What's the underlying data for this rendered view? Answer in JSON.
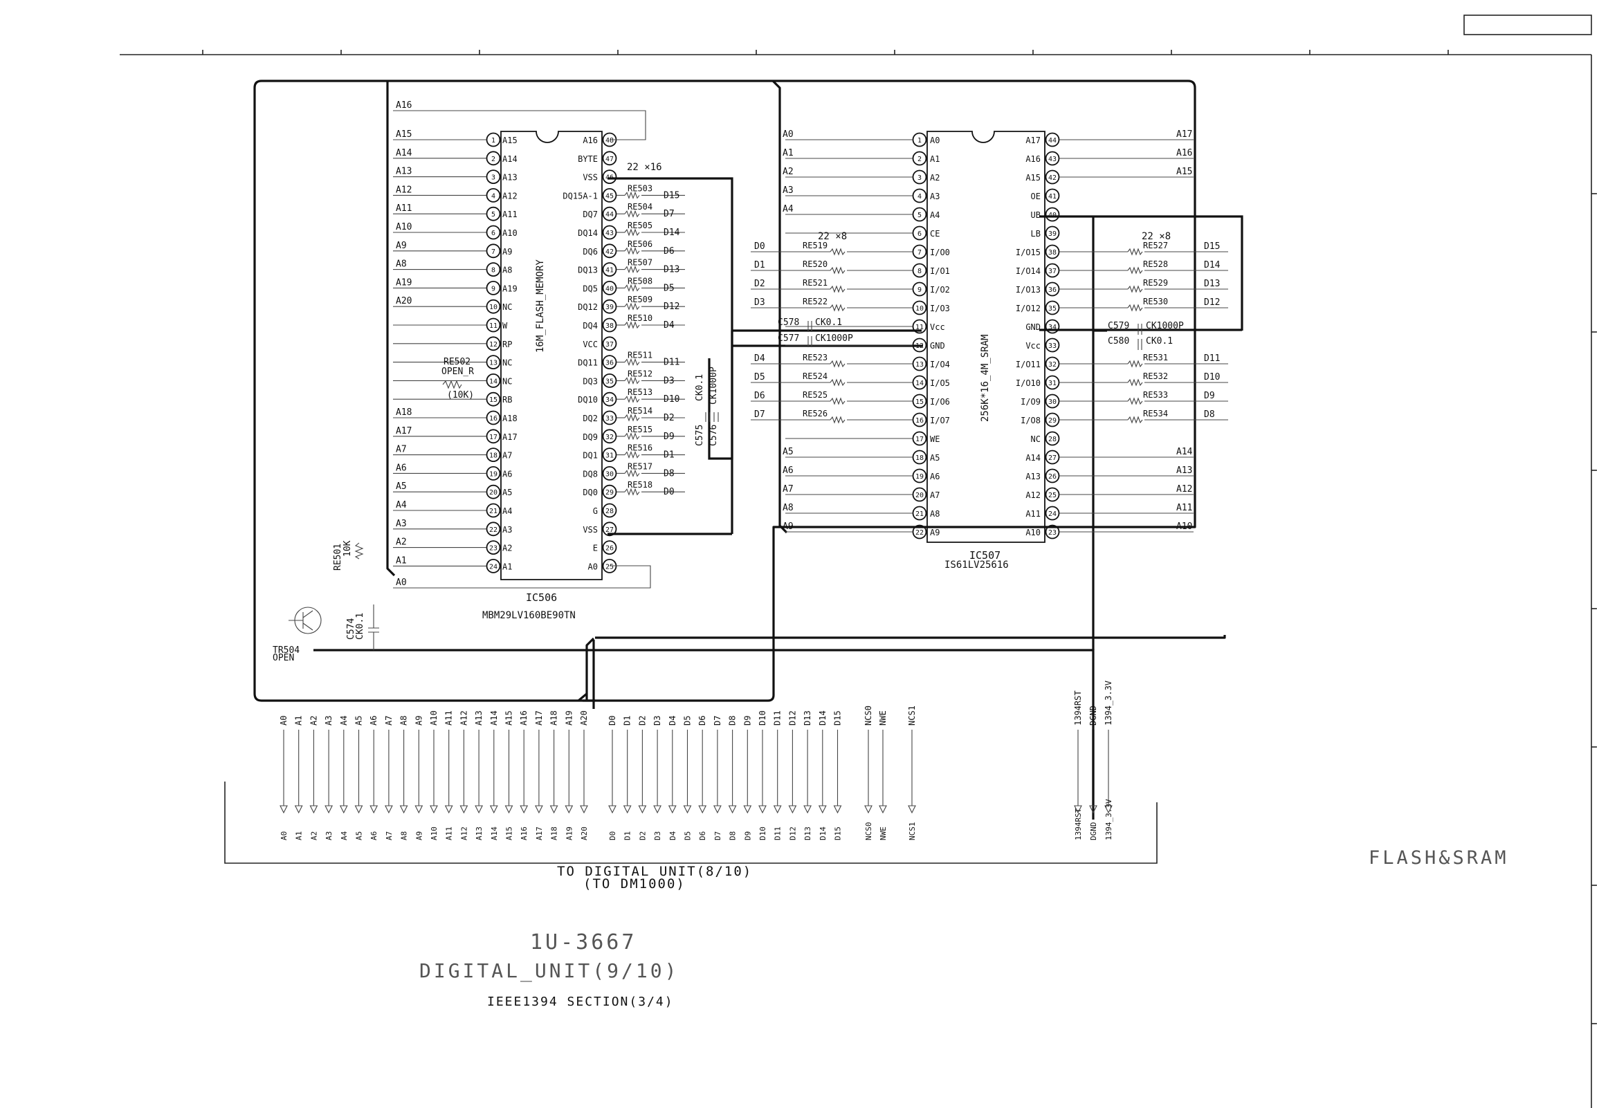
{
  "page": {
    "block_title": "FLASH&SRAM",
    "board_number": "1U-3667",
    "board_name": "DIGITAL_UNIT(9/10)",
    "section": "IEEE1394 SECTION(3/4)",
    "connector_label": "TO DIGITAL UNIT(8/10)",
    "connector_sub": "(TO DM1000)"
  },
  "flash": {
    "ref": "IC506",
    "part": "MBM29LV160BE90TN",
    "desc": "16M_FLASH_MEMORY",
    "left_pins": [
      {
        "n": "1",
        "name": "A15",
        "net": "A15"
      },
      {
        "n": "2",
        "name": "A14",
        "net": "A14"
      },
      {
        "n": "3",
        "name": "A13",
        "net": "A13"
      },
      {
        "n": "4",
        "name": "A12",
        "net": "A12"
      },
      {
        "n": "5",
        "name": "A11",
        "net": "A11"
      },
      {
        "n": "6",
        "name": "A10",
        "net": "A10"
      },
      {
        "n": "7",
        "name": "A9",
        "net": "A9"
      },
      {
        "n": "8",
        "name": "A8",
        "net": "A8"
      },
      {
        "n": "9",
        "name": "A19",
        "net": "A19"
      },
      {
        "n": "10",
        "name": "NC",
        "net": "A20"
      },
      {
        "n": "11",
        "name": "W",
        "net": ""
      },
      {
        "n": "12",
        "name": "RP",
        "net": ""
      },
      {
        "n": "13",
        "name": "NC",
        "net": ""
      },
      {
        "n": "14",
        "name": "NC",
        "net": ""
      },
      {
        "n": "15",
        "name": "RB",
        "net": ""
      },
      {
        "n": "16",
        "name": "A18",
        "net": "A18"
      },
      {
        "n": "17",
        "name": "A17",
        "net": "A17"
      },
      {
        "n": "18",
        "name": "A7",
        "net": "A7"
      },
      {
        "n": "19",
        "name": "A6",
        "net": "A6"
      },
      {
        "n": "20",
        "name": "A5",
        "net": "A5"
      },
      {
        "n": "21",
        "name": "A4",
        "net": "A4"
      },
      {
        "n": "22",
        "name": "A3",
        "net": "A3"
      },
      {
        "n": "23",
        "name": "A2",
        "net": "A2"
      },
      {
        "n": "24",
        "name": "A1",
        "net": "A1"
      }
    ],
    "right_pins": [
      {
        "n": "48",
        "name": "A16",
        "res": "",
        "net": ""
      },
      {
        "n": "47",
        "name": "BYTE",
        "res": "",
        "net": ""
      },
      {
        "n": "46",
        "name": "VSS",
        "res": "",
        "net": ""
      },
      {
        "n": "45",
        "name": "DQ15A-1",
        "res": "RE503",
        "net": "D15"
      },
      {
        "n": "44",
        "name": "DQ7",
        "res": "RE504",
        "net": "D7"
      },
      {
        "n": "43",
        "name": "DQ14",
        "res": "RE505",
        "net": "D14"
      },
      {
        "n": "42",
        "name": "DQ6",
        "res": "RE506",
        "net": "D6"
      },
      {
        "n": "41",
        "name": "DQ13",
        "res": "RE507",
        "net": "D13"
      },
      {
        "n": "40",
        "name": "DQ5",
        "res": "RE508",
        "net": "D5"
      },
      {
        "n": "39",
        "name": "DQ12",
        "res": "RE509",
        "net": "D12"
      },
      {
        "n": "38",
        "name": "DQ4",
        "res": "RE510",
        "net": "D4"
      },
      {
        "n": "37",
        "name": "VCC",
        "res": "",
        "net": ""
      },
      {
        "n": "36",
        "name": "DQ11",
        "res": "RE511",
        "net": "D11"
      },
      {
        "n": "35",
        "name": "DQ3",
        "res": "RE512",
        "net": "D3"
      },
      {
        "n": "34",
        "name": "DQ10",
        "res": "RE513",
        "net": "D10"
      },
      {
        "n": "33",
        "name": "DQ2",
        "res": "RE514",
        "net": "D2"
      },
      {
        "n": "32",
        "name": "DQ9",
        "res": "RE515",
        "net": "D9"
      },
      {
        "n": "31",
        "name": "DQ1",
        "res": "RE516",
        "net": "D1"
      },
      {
        "n": "30",
        "name": "DQ8",
        "res": "RE517",
        "net": "D8"
      },
      {
        "n": "29",
        "name": "DQ0",
        "res": "RE518",
        "net": "D0"
      },
      {
        "n": "28",
        "name": "G",
        "res": "",
        "net": ""
      },
      {
        "n": "27",
        "name": "VSS",
        "res": "",
        "net": ""
      },
      {
        "n": "26",
        "name": "E",
        "res": "",
        "net": ""
      },
      {
        "n": "25",
        "name": "A0",
        "res": "",
        "net": ""
      }
    ],
    "top_net": "A16",
    "bottom_net": "A0"
  },
  "sram": {
    "ref": "IC507",
    "part": "IS61LV25616",
    "desc": "256K*16_4M_SRAM",
    "left_pins": [
      {
        "n": "1",
        "name": "A0",
        "net": "A0",
        "res": ""
      },
      {
        "n": "2",
        "name": "A1",
        "net": "A1",
        "res": ""
      },
      {
        "n": "3",
        "name": "A2",
        "net": "A2",
        "res": ""
      },
      {
        "n": "4",
        "name": "A3",
        "net": "A3",
        "res": ""
      },
      {
        "n": "5",
        "name": "A4",
        "net": "A4",
        "res": ""
      },
      {
        "n": "6",
        "name": "CE",
        "net": "",
        "res": ""
      },
      {
        "n": "7",
        "name": "I/O0",
        "net": "D0",
        "res": "RE519"
      },
      {
        "n": "8",
        "name": "I/O1",
        "net": "D1",
        "res": "RE520"
      },
      {
        "n": "9",
        "name": "I/O2",
        "net": "D2",
        "res": "RE521"
      },
      {
        "n": "10",
        "name": "I/O3",
        "net": "D3",
        "res": "RE522"
      },
      {
        "n": "11",
        "name": "Vcc",
        "net": "",
        "res": ""
      },
      {
        "n": "12",
        "name": "GND",
        "net": "",
        "res": ""
      },
      {
        "n": "13",
        "name": "I/O4",
        "net": "D4",
        "res": "RE523"
      },
      {
        "n": "14",
        "name": "I/O5",
        "net": "D5",
        "res": "RE524"
      },
      {
        "n": "15",
        "name": "I/O6",
        "net": "D6",
        "res": "RE525"
      },
      {
        "n": "16",
        "name": "I/O7",
        "net": "D7",
        "res": "RE526"
      },
      {
        "n": "17",
        "name": "WE",
        "net": "",
        "res": ""
      },
      {
        "n": "18",
        "name": "A5",
        "net": "A5",
        "res": ""
      },
      {
        "n": "19",
        "name": "A6",
        "net": "A6",
        "res": ""
      },
      {
        "n": "20",
        "name": "A7",
        "net": "A7",
        "res": ""
      },
      {
        "n": "21",
        "name": "A8",
        "net": "A8",
        "res": ""
      },
      {
        "n": "22",
        "name": "A9",
        "net": "A9",
        "res": ""
      }
    ],
    "right_pins": [
      {
        "n": "44",
        "name": "A17",
        "net": "A17",
        "res": ""
      },
      {
        "n": "43",
        "name": "A16",
        "net": "A16",
        "res": ""
      },
      {
        "n": "42",
        "name": "A15",
        "net": "A15",
        "res": ""
      },
      {
        "n": "41",
        "name": "OE",
        "net": "",
        "res": ""
      },
      {
        "n": "40",
        "name": "UB",
        "net": "",
        "res": ""
      },
      {
        "n": "39",
        "name": "LB",
        "net": "",
        "res": ""
      },
      {
        "n": "38",
        "name": "I/O15",
        "net": "D15",
        "res": "RE527"
      },
      {
        "n": "37",
        "name": "I/O14",
        "net": "D14",
        "res": "RE528"
      },
      {
        "n": "36",
        "name": "I/O13",
        "net": "D13",
        "res": "RE529"
      },
      {
        "n": "35",
        "name": "I/O12",
        "net": "D12",
        "res": "RE530"
      },
      {
        "n": "34",
        "name": "GND",
        "net": "",
        "res": ""
      },
      {
        "n": "33",
        "name": "Vcc",
        "net": "",
        "res": ""
      },
      {
        "n": "32",
        "name": "I/O11",
        "net": "D11",
        "res": "RE531"
      },
      {
        "n": "31",
        "name": "I/O10",
        "net": "D10",
        "res": "RE532"
      },
      {
        "n": "30",
        "name": "I/O9",
        "net": "D9",
        "res": "RE533"
      },
      {
        "n": "29",
        "name": "I/O8",
        "net": "D8",
        "res": "RE534"
      },
      {
        "n": "28",
        "name": "NC",
        "net": "",
        "res": ""
      },
      {
        "n": "27",
        "name": "A14",
        "net": "A14",
        "res": ""
      },
      {
        "n": "26",
        "name": "A13",
        "net": "A13",
        "res": ""
      },
      {
        "n": "25",
        "name": "A12",
        "net": "A12",
        "res": ""
      },
      {
        "n": "24",
        "name": "A11",
        "net": "A11",
        "res": ""
      },
      {
        "n": "23",
        "name": "A10",
        "net": "A10",
        "res": ""
      }
    ]
  },
  "parts": {
    "flash_res_array": "22 ×16",
    "sram_res_left": "22 ×8",
    "sram_res_right": "22 ×8",
    "re502": "RE502",
    "re502_val": "OPEN_R",
    "re502_ohm": "(10K)",
    "re501": "RE501",
    "re501_val": "10K",
    "c574": "C574",
    "c574_val": "CK0.1",
    "tr504": "TR504",
    "tr504_val": "OPEN",
    "c575": "C575",
    "c575_val": "CK0.1",
    "c576": "C576",
    "c576_val": "CK1000P",
    "c577": "C577",
    "c577_val": "CK1000P",
    "c578": "C578",
    "c578_val": "CK0.1",
    "c579": "C579",
    "c579_val": "CK1000P",
    "c580": "C580",
    "c580_val": "CK0.1"
  },
  "connector": {
    "addr": [
      "A0",
      "A1",
      "A2",
      "A3",
      "A4",
      "A5",
      "A6",
      "A7",
      "A8",
      "A9",
      "A10",
      "A11",
      "A12",
      "A13",
      "A14",
      "A15",
      "A16",
      "A17",
      "A18",
      "A19",
      "A20"
    ],
    "data": [
      "D0",
      "D1",
      "D2",
      "D3",
      "D4",
      "D5",
      "D6",
      "D7",
      "D8",
      "D9",
      "D10",
      "D11",
      "D12",
      "D13",
      "D14",
      "D15"
    ],
    "ctrl": [
      "NCS0",
      "NWE",
      "NCS1"
    ],
    "power": [
      "1394RST",
      "DGND",
      "1394_3.3V"
    ]
  }
}
